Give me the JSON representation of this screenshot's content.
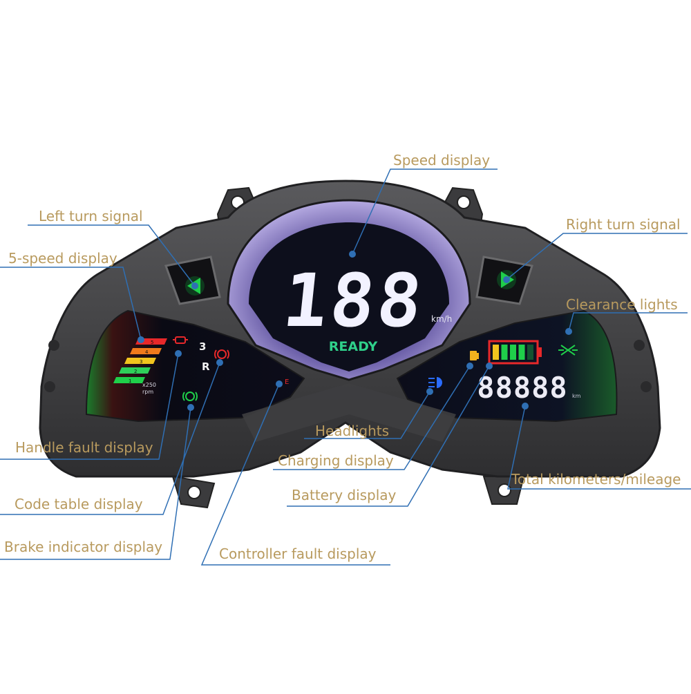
{
  "image_label": "Product illustration: motorcycle digital instrument cluster with annotated callouts",
  "colors": {
    "label_text": "#b89a5e",
    "leader_line": "#2f6fb4",
    "housing": "#4a4a4c",
    "lcd_background": "#0d0f1c",
    "speed_digits": "#f2f2ff",
    "ready_text": "#2fd08a",
    "green_indicator": "#1fcf4a",
    "red_indicator": "#e8282a",
    "headlight_blue": "#2a6cff"
  },
  "icons": [
    "left-turn-arrow-icon",
    "right-turn-arrow-icon",
    "clearance-light-icon",
    "headlight-icon",
    "fuel-pump-icon",
    "battery-icon",
    "brake-warning-icon",
    "handle-fault-icon",
    "controller-fault-icon"
  ],
  "display": {
    "speed_value": "188",
    "speed_unit": "km/h",
    "ready_text": "READY",
    "odometer_value": "88888",
    "odometer_unit": "km",
    "gear_number": "3",
    "gear_reverse": "R",
    "gear_ticks": [
      "5",
      "4",
      "3",
      "2",
      "1"
    ],
    "rpm_unit_line1": "x250",
    "rpm_unit_line2": "rpm",
    "battery_bars": 5,
    "battery_bars_lit": 4
  },
  "callouts": {
    "speed_display": "Speed display",
    "left_turn_signal": "Left turn signal",
    "right_turn_signal": "Right turn signal",
    "five_speed_display": "5-speed display",
    "clearance_lights": "Clearance lights",
    "headlights": "Headlights",
    "handle_fault_display": "Handle fault display",
    "charging_display": "Charging display",
    "total_kilometers": "Total kilometers/mileage",
    "code_table_display": "Code table display",
    "battery_display": "Battery display",
    "brake_indicator_display": "Brake indicator display",
    "controller_fault_display": "Controller fault display"
  }
}
